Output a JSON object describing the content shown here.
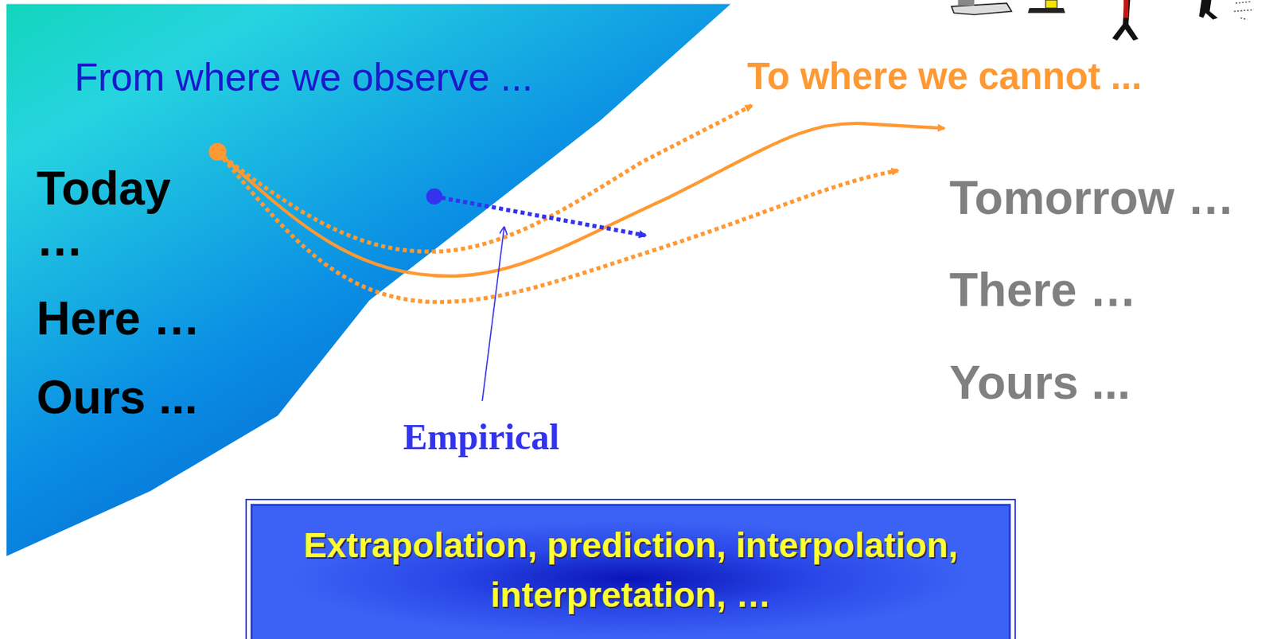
{
  "diagram": {
    "nodes": [
      {
        "text": [
          "Extrapolation, prediction, interpolation, interpretation, …"
        ]
      }
    ],
    "labels": [
      "From where we observe ...",
      "To where we cannot ...",
      "Today …",
      "Here …",
      "Ours ...",
      "Tomorrow …",
      "There …",
      "Yours ...",
      "Empirical"
    ]
  }
}
